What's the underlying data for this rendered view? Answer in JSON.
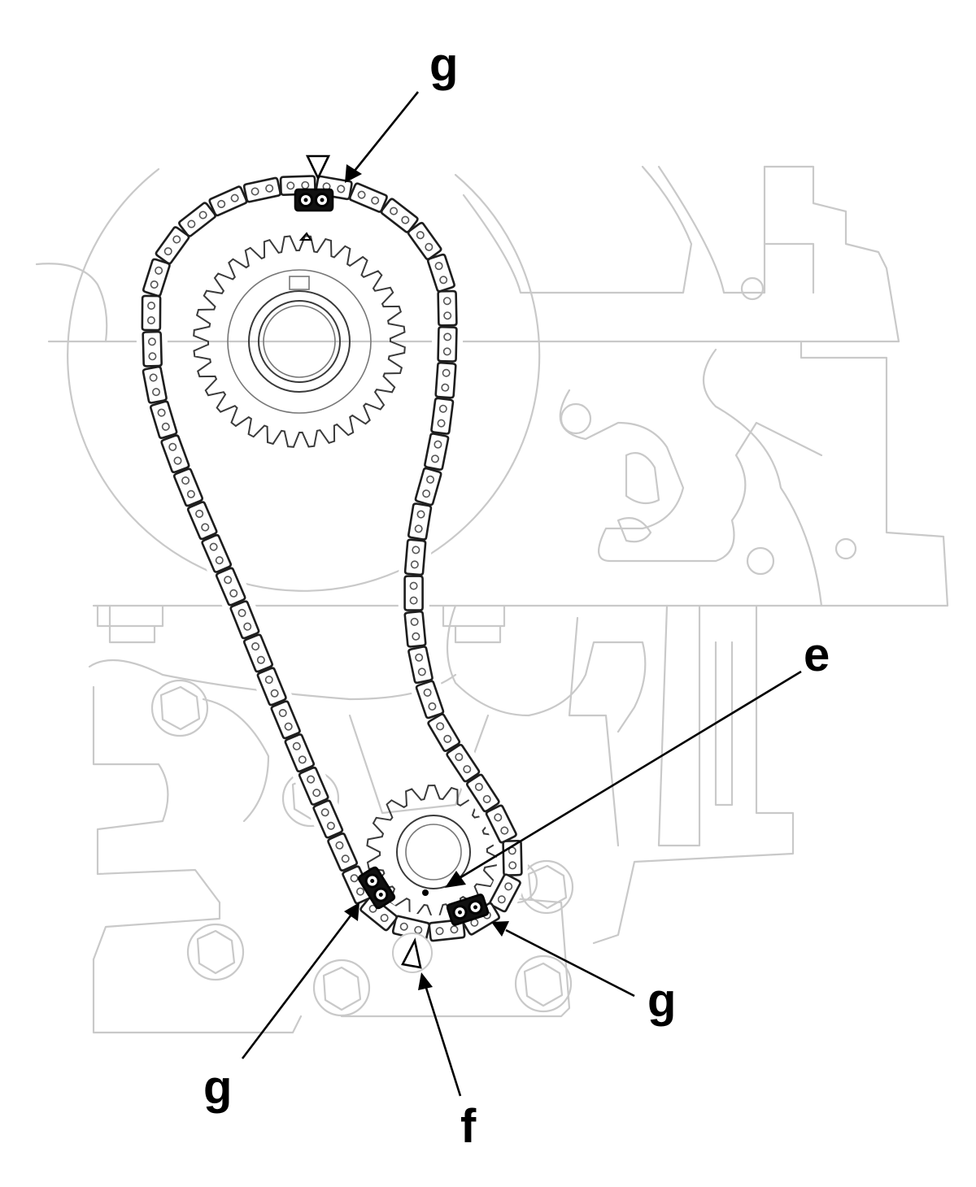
{
  "labels": {
    "g_top": "g",
    "e": "e",
    "g_right": "g",
    "g_left": "g",
    "f": "f"
  },
  "colors": {
    "line": "#000000",
    "background_lines": "#c9c9c9",
    "plate_mark": "#000000"
  }
}
